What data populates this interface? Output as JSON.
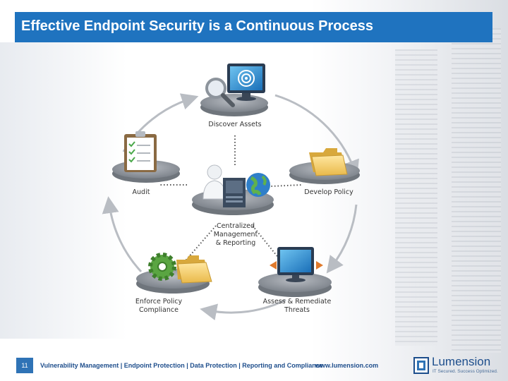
{
  "slide": {
    "title": "Effective Endpoint Security is a Continuous Process",
    "page_number": "11"
  },
  "diagram": {
    "nodes": [
      {
        "id": "discover",
        "label": "Discover Assets"
      },
      {
        "id": "develop",
        "label": "Develop Policy"
      },
      {
        "id": "assess",
        "label_lines": [
          "Assess & Remediate",
          "Threats"
        ]
      },
      {
        "id": "enforce",
        "label_lines": [
          "Enforce Policy",
          "Compliance"
        ]
      },
      {
        "id": "audit",
        "label": "Audit"
      },
      {
        "id": "center",
        "label_lines": [
          "Centralized",
          "Management",
          "& Reporting"
        ]
      }
    ],
    "icons": [
      "monitor-target-icon",
      "magnifier-icon",
      "folder-icon",
      "monitor-icon",
      "gear-icon",
      "clipboard-checklist-icon",
      "user-icon",
      "server-icon",
      "globe-icon"
    ]
  },
  "footer": {
    "tagline": "Vulnerability Management | Endpoint Protection | Data Protection | Reporting and Compliance",
    "url": "www.lumension.com",
    "brand_name": "Lumension",
    "brand_tagline": "IT Secured. Success Optimized."
  },
  "colors": {
    "title_bar": "#1f73bf",
    "platform": "#8e949c",
    "cycle_arrow": "#b9bdc3",
    "footer_text": "#1e4e8c"
  }
}
